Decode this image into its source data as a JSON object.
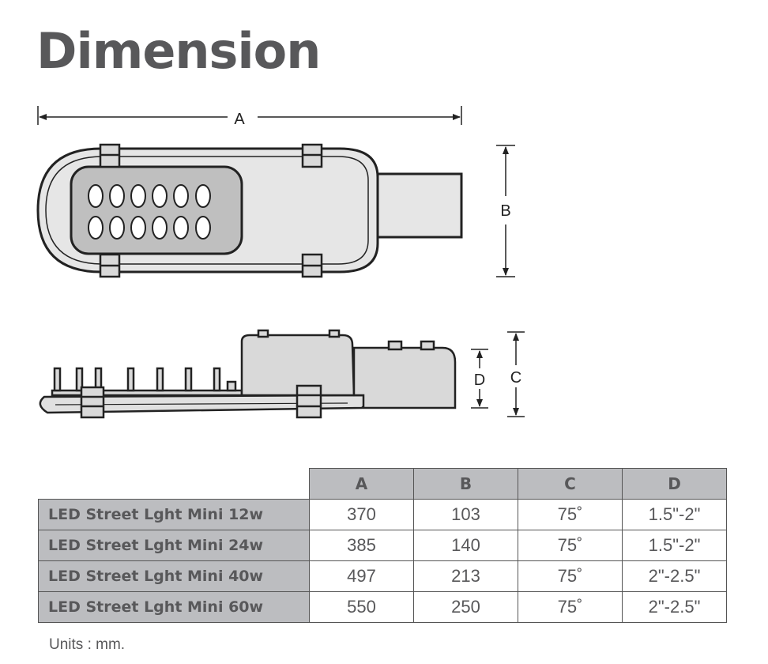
{
  "title": "Dimension",
  "dimension_labels": {
    "a": "A",
    "b": "B",
    "c": "C",
    "d": "D"
  },
  "table": {
    "headers": [
      "A",
      "B",
      "C",
      "D"
    ],
    "rows": [
      {
        "model": "LED Street Lght Mini 12w",
        "a": "370",
        "b": "103",
        "c": "75˚",
        "d": "1.5\"-2\""
      },
      {
        "model": "LED Street Lght Mini 24w",
        "a": "385",
        "b": "140",
        "c": "75˚",
        "d": "1.5\"-2\""
      },
      {
        "model": "LED Street Lght Mini 40w",
        "a": "497",
        "b": "213",
        "c": "75˚",
        "d": "2\"-2.5\""
      },
      {
        "model": "LED Street Lght Mini 60w",
        "a": "550",
        "b": "250",
        "c": "75˚",
        "d": "2\"-2.5\""
      }
    ]
  },
  "units_note": "Units : mm."
}
